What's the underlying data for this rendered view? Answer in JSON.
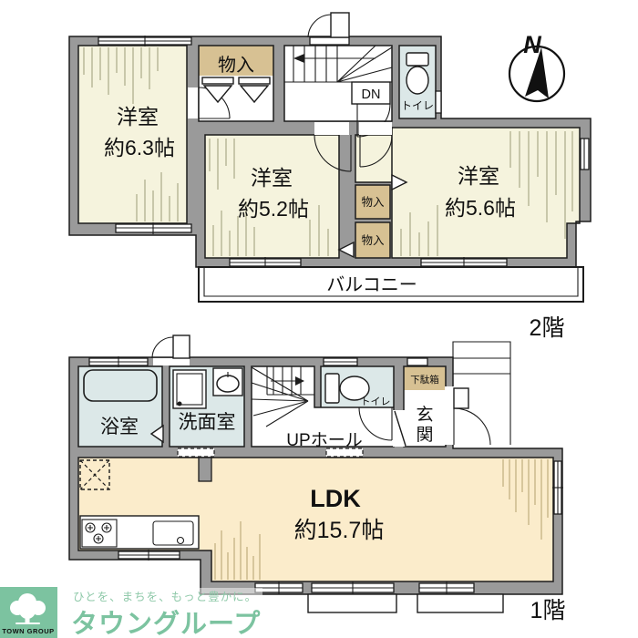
{
  "document": {
    "type": "floor-plan",
    "floors": 2
  },
  "floor2": {
    "floor_label": "2階",
    "compass_letter": "N",
    "rooms": {
      "bedroom1_name": "洋室",
      "bedroom1_size": "約6.3帖",
      "bedroom2_name": "洋室",
      "bedroom2_size": "約5.2帖",
      "bedroom3_name": "洋室",
      "bedroom3_size": "約5.6帖",
      "closet_top": "物入",
      "closet_mid_upper": "物入",
      "closet_mid_lower": "物入",
      "toilet": "トイレ",
      "stairs_down": "DN",
      "balcony": "バルコニー"
    }
  },
  "floor1": {
    "floor_label": "1階",
    "rooms": {
      "bath": "浴室",
      "washroom": "洗面室",
      "up_hall": "UPホール",
      "toilet": "トイレ",
      "shoe_cabinet": "下駄箱",
      "entrance_char1": "玄",
      "entrance_char2": "関",
      "ldk_name": "LDK",
      "ldk_size": "約15.7帖"
    }
  },
  "branding": {
    "logo_text": "TOWN GROUP",
    "tagline": "ひとを、まちを、もっと豊かに。",
    "company_name": "タウングループ"
  },
  "colors": {
    "wall_gray": "#9a9a9a",
    "room_cream": "#f5f3dd",
    "closet_tan": "#d7c193",
    "wet_area_blue": "#dce8e8",
    "ldk_peach": "#fbeccb",
    "brand_green": "#7cc3a0",
    "tagline_green": "#8fc9a9"
  }
}
